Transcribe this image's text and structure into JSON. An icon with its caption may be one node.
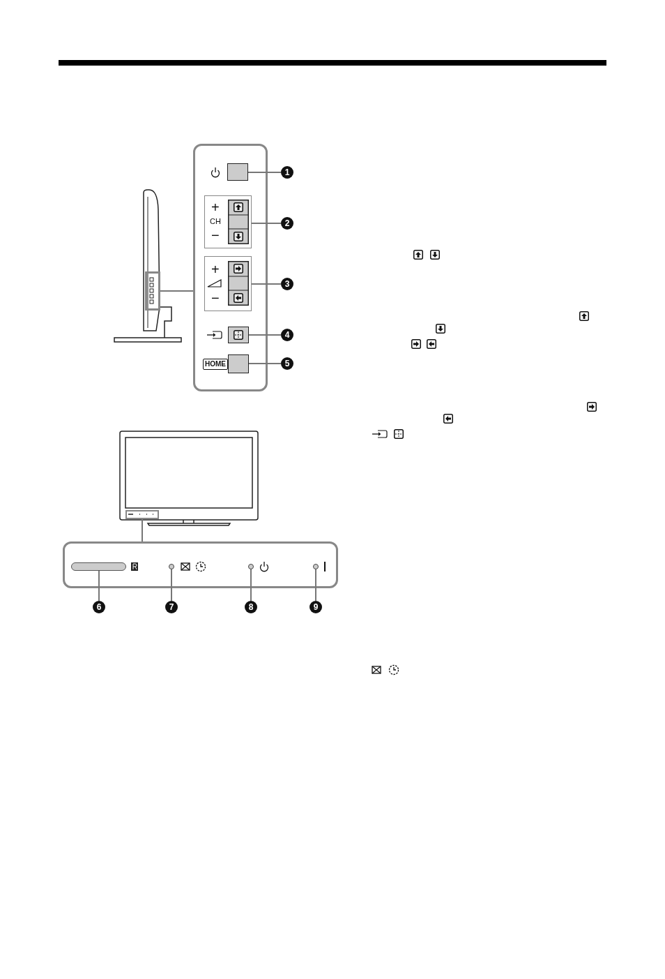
{
  "diagram": {
    "nodes": [
      {
        "text": [],
        "shape": "box"
      },
      {
        "text": [],
        "shape": "box"
      },
      {
        "text": [
          "1"
        ]
      },
      {
        "text": [],
        "shape": "box",
        "in": 1
      },
      {
        "text": [
          "2"
        ]
      },
      {
        "text": [],
        "shape": "box",
        "in": 1
      },
      {
        "text": [
          "3"
        ]
      },
      {
        "text": [],
        "shape": "box",
        "in": 1
      },
      {
        "text": [
          "4"
        ]
      },
      {
        "text": [],
        "shape": "box",
        "in": 1
      },
      {
        "text": [
          "5"
        ]
      },
      {
        "text": [],
        "shape": "box",
        "in": 1
      },
      {
        "text": [],
        "shape": "box"
      },
      {
        "text": [],
        "shape": "box"
      },
      {
        "text": [],
        "shape": "bar",
        "in": 13
      },
      {
        "text": [],
        "shape": "circle",
        "in": 13
      },
      {
        "text": [],
        "shape": "circle",
        "in": 13
      },
      {
        "text": [],
        "shape": "circle",
        "in": 13
      },
      {
        "text": [
          "6"
        ]
      },
      {
        "text": [
          "7"
        ]
      },
      {
        "text": [
          "8"
        ]
      },
      {
        "text": [
          "9"
        ]
      }
    ],
    "edges": [
      {
        "from": 0,
        "to": 1,
        "arrow": "none"
      },
      {
        "from": 2,
        "to": 3,
        "arrow": "none"
      },
      {
        "from": 4,
        "to": 5,
        "arrow": "none"
      },
      {
        "from": 6,
        "to": 7,
        "arrow": "none"
      },
      {
        "from": 8,
        "to": 9,
        "arrow": "none"
      },
      {
        "from": 10,
        "to": 11,
        "arrow": "none"
      },
      {
        "from": 12,
        "to": 13,
        "arrow": "none"
      },
      {
        "from": 18,
        "to": 14,
        "arrow": "none"
      },
      {
        "from": 19,
        "to": 15,
        "arrow": "none"
      },
      {
        "from": 20,
        "to": 16,
        "arrow": "none"
      },
      {
        "from": 21,
        "to": 17,
        "arrow": "none"
      }
    ],
    "labels": [
      "+",
      "CH",
      "−",
      "+",
      "−",
      "HOME"
    ]
  }
}
